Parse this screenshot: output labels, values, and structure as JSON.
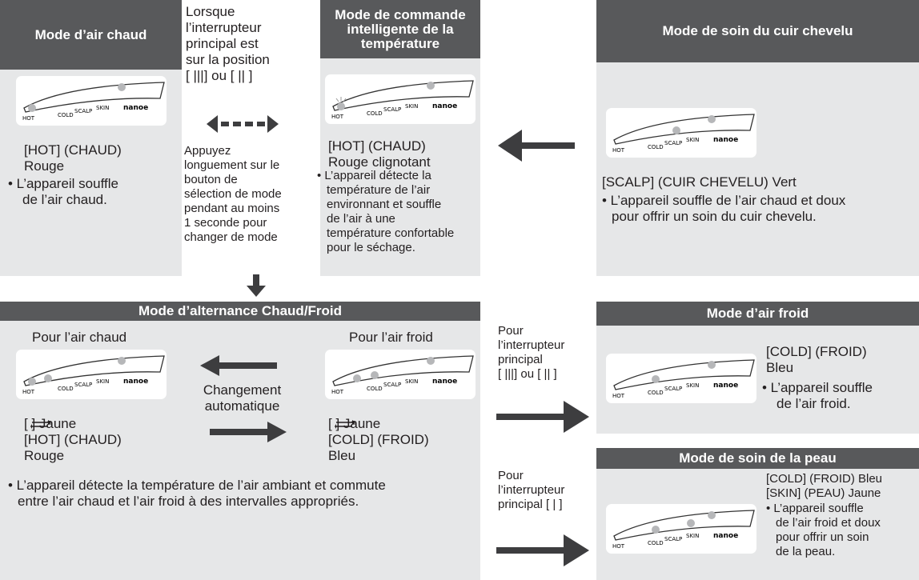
{
  "hot_mode": {
    "title": "Mode d’air chaud",
    "color_line1": "[HOT] (CHAUD)",
    "color_line2": "Rouge",
    "desc_line1": "• L’appareil souffle",
    "desc_line2": "de l’air chaud."
  },
  "switch_note": {
    "line1": "Lorsque",
    "line2": "l’interrupteur",
    "line3": "principal est",
    "line4": "sur la position",
    "line5": "[ |||] ou [ || ]"
  },
  "press_note": {
    "line1": "Appuyez",
    "line2": "longuement sur le",
    "line3": "bouton de",
    "line4": "sélection de mode",
    "line5": "pendant au moins",
    "line6": "1 seconde pour",
    "line7": "changer de mode"
  },
  "smart_mode": {
    "title_line1": "Mode de commande",
    "title_line2": "intelligente de la",
    "title_line3": "température",
    "color_line1": "[HOT] (CHAUD)",
    "color_line2": "Rouge clignotant",
    "desc": [
      "• L’appareil détecte la",
      "température de l’air",
      "environnant et souffle",
      "de l’air à une",
      "température confortable",
      "pour le séchage."
    ]
  },
  "scalp_mode": {
    "title": "Mode de soin du cuir chevelu",
    "color_line": "[SCALP] (CUIR CHEVELU) Vert",
    "desc_line1": "• L’appareil souffle de l’air chaud et doux",
    "desc_line2": "pour offrir un soin du cuir chevelu."
  },
  "alternate_mode": {
    "title": "Mode d’alternance Chaud/Froid",
    "hot_label": "Pour l’air chaud",
    "cold_label": "Pour l’air froid",
    "auto_line1": "Changement",
    "auto_line2": "automatique",
    "hot_color1": "[   ] Jaune",
    "hot_color2": "[HOT] (CHAUD)",
    "hot_color3": "Rouge",
    "cold_color1": "[   ] Jaune",
    "cold_color2": "[COLD] (FROID)",
    "cold_color3": "Bleu",
    "desc_line1": "• L’appareil détecte la température de l’air ambiant et commute",
    "desc_line2": "entre l’air chaud et l’air froid à des intervalles appropriés."
  },
  "switch_cold": {
    "line1": "Pour",
    "line2": "l’interrupteur",
    "line3": "principal",
    "line4": "[ |||] ou [ || ]"
  },
  "switch_skin": {
    "line1": "Pour",
    "line2": "l’interrupteur",
    "line3": "principal [  |  ]"
  },
  "cold_mode": {
    "title": "Mode d’air froid",
    "color_line1": "[COLD] (FROID)",
    "color_line2": "Bleu",
    "desc_line1": "• L’appareil souffle",
    "desc_line2": "de l’air froid."
  },
  "skin_mode": {
    "title": "Mode de soin de la peau",
    "color_line1": "[COLD] (FROID) Bleu",
    "color_line2": "[SKIN] (PEAU) Jaune",
    "desc": [
      "• L’appareil souffle",
      "de l’air froid et doux",
      "pour offrir un soin",
      "de la peau."
    ]
  },
  "display_labels": {
    "hot": "HOT",
    "cold": "COLD",
    "scalp": "SCALP",
    "skin": "SKIN",
    "nanoe": "nanoe"
  },
  "colors": {
    "panel_bg": "#e6e7e8",
    "header_bg": "#58595b",
    "arrow": "#3d3d3f"
  }
}
